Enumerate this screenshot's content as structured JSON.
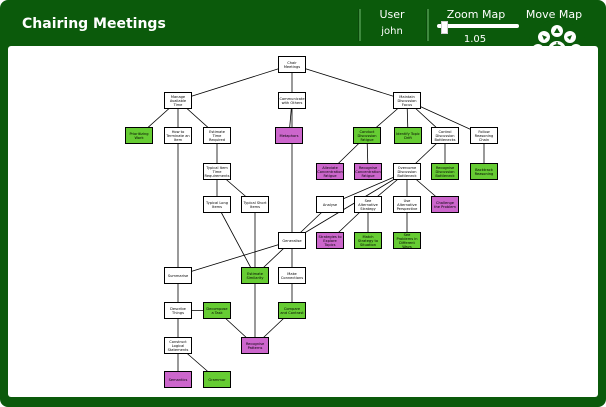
{
  "app": {
    "title": "Chairing Meetings"
  },
  "user": {
    "label": "User",
    "value": "john"
  },
  "zoom": {
    "label": "Zoom Map",
    "value": "1.05",
    "level": 0.05
  },
  "move": {
    "label": "Move Map"
  },
  "colors": {
    "frame": "#0b5a0b",
    "green": "#66cc33",
    "magenta": "#cc66cc"
  },
  "map": {
    "nodes": [
      {
        "id": "chair",
        "label": "Chair Meetings",
        "color": "white"
      },
      {
        "id": "manage",
        "label": "Manage Available Time",
        "color": "white"
      },
      {
        "id": "communicate",
        "label": "Communicate with Others",
        "color": "white"
      },
      {
        "id": "maintain",
        "label": "Maintain Discussion Focus",
        "color": "white"
      },
      {
        "id": "prioritizing",
        "label": "Prioritizing Work",
        "color": "green"
      },
      {
        "id": "terminate",
        "label": "How to Terminate an Item",
        "color": "white"
      },
      {
        "id": "estimate",
        "label": "Estimate Time Required",
        "color": "white"
      },
      {
        "id": "metaphor",
        "label": "Metaphors",
        "color": "magenta"
      },
      {
        "id": "conduct",
        "label": "Conduct Discussion Fatigue",
        "color": "green"
      },
      {
        "id": "identify",
        "label": "Identify Topic Drift",
        "color": "green"
      },
      {
        "id": "control",
        "label": "Control Discussion Bottlenecks",
        "color": "white"
      },
      {
        "id": "follow",
        "label": "Follow Reasoning Chain",
        "color": "white"
      },
      {
        "id": "typical_time",
        "label": "Typical Item Time Requirements",
        "color": "white"
      },
      {
        "id": "alleviate",
        "label": "Alleviate Concentration Fatigue",
        "color": "magenta"
      },
      {
        "id": "recognise_fat",
        "label": "Recognise Concentration Fatigue",
        "color": "magenta"
      },
      {
        "id": "overcome",
        "label": "Overcome Discussion Bottleneck",
        "color": "white"
      },
      {
        "id": "recognise_bott",
        "label": "Recognise Discussion Bottleneck",
        "color": "green"
      },
      {
        "id": "backtrack",
        "label": "Backtrack Reasoning",
        "color": "green"
      },
      {
        "id": "long",
        "label": "Typical Long Items",
        "color": "white"
      },
      {
        "id": "short",
        "label": "Typical Short Items",
        "color": "white"
      },
      {
        "id": "analyse",
        "label": "Analyse",
        "color": "white"
      },
      {
        "id": "see_alt",
        "label": "See Alternative Strategy",
        "color": "white"
      },
      {
        "id": "use_alt",
        "label": "Use Alternative Perspective",
        "color": "white"
      },
      {
        "id": "challenge",
        "label": "Challenge the Problem",
        "color": "magenta"
      },
      {
        "id": "generalise",
        "label": "Generalise",
        "color": "white"
      },
      {
        "id": "strategies",
        "label": "Strategies to Explore Topics",
        "color": "magenta"
      },
      {
        "id": "match",
        "label": "Match Strategy to Situation",
        "color": "green"
      },
      {
        "id": "see_problems",
        "label": "See Problems in Different Ways",
        "color": "green"
      },
      {
        "id": "summarise",
        "label": "Summarise",
        "color": "white"
      },
      {
        "id": "estimate_sim",
        "label": "Estimate Similarity",
        "color": "green"
      },
      {
        "id": "make_conn",
        "label": "Make Connections",
        "color": "white"
      },
      {
        "id": "describe",
        "label": "Describe Things",
        "color": "white"
      },
      {
        "id": "decompose",
        "label": "Decompose a Task",
        "color": "green"
      },
      {
        "id": "compare",
        "label": "Compare and Contrast",
        "color": "green"
      },
      {
        "id": "construct",
        "label": "Construct Logical Statements",
        "color": "white"
      },
      {
        "id": "recognise_pat",
        "label": "Recognise Patterns",
        "color": "magenta"
      },
      {
        "id": "semantics",
        "label": "Semantics",
        "color": "magenta"
      },
      {
        "id": "grammar",
        "label": "Grammar",
        "color": "green"
      }
    ],
    "links": [
      [
        "chair",
        "manage"
      ],
      [
        "chair",
        "communicate"
      ],
      [
        "chair",
        "maintain"
      ],
      [
        "manage",
        "prioritizing"
      ],
      [
        "manage",
        "terminate"
      ],
      [
        "manage",
        "estimate"
      ],
      [
        "communicate",
        "metaphor"
      ],
      [
        "communicate",
        "generalise"
      ],
      [
        "maintain",
        "conduct"
      ],
      [
        "maintain",
        "identify"
      ],
      [
        "maintain",
        "control"
      ],
      [
        "maintain",
        "follow"
      ],
      [
        "estimate",
        "typical_time"
      ],
      [
        "conduct",
        "alleviate"
      ],
      [
        "conduct",
        "recognise_fat"
      ],
      [
        "control",
        "overcome"
      ],
      [
        "control",
        "recognise_bott"
      ],
      [
        "follow",
        "backtrack"
      ],
      [
        "typical_time",
        "long"
      ],
      [
        "typical_time",
        "short"
      ],
      [
        "overcome",
        "analyse"
      ],
      [
        "overcome",
        "see_alt"
      ],
      [
        "overcome",
        "use_alt"
      ],
      [
        "overcome",
        "challenge"
      ],
      [
        "overcome",
        "generalise"
      ],
      [
        "see_alt",
        "strategies"
      ],
      [
        "see_alt",
        "match"
      ],
      [
        "use_alt",
        "see_problems"
      ],
      [
        "analyse",
        "generalise"
      ],
      [
        "generalise",
        "summarise"
      ],
      [
        "generalise",
        "estimate_sim"
      ],
      [
        "generalise",
        "make_conn"
      ],
      [
        "long",
        "estimate_sim"
      ],
      [
        "short",
        "estimate_sim"
      ],
      [
        "terminate",
        "summarise"
      ],
      [
        "summarise",
        "describe"
      ],
      [
        "describe",
        "decompose"
      ],
      [
        "describe",
        "construct"
      ],
      [
        "decompose",
        "recognise_pat"
      ],
      [
        "estimate_sim",
        "recognise_pat"
      ],
      [
        "make_conn",
        "compare"
      ],
      [
        "compare",
        "recognise_pat"
      ],
      [
        "construct",
        "semantics"
      ],
      [
        "construct",
        "grammar"
      ]
    ]
  }
}
